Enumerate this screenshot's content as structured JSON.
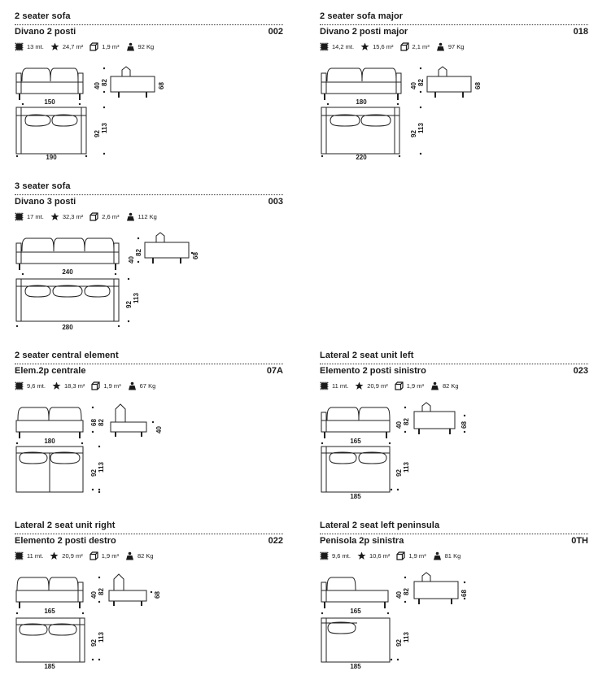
{
  "products": [
    {
      "en": "2 seater sofa",
      "it": "Divano 2 posti",
      "code": "002",
      "mt": "13 mt.",
      "m2": "24,7 m²",
      "m3": "1,9 m³",
      "kg": "92 Kg",
      "front_width": "150",
      "back_height": "82",
      "seat_height": "40",
      "side_depth": "68",
      "top_width": "190",
      "depth_small": "92",
      "depth_large": "113",
      "seats": 2,
      "back": "full"
    },
    {
      "en": "2 seater sofa major",
      "it": "Divano 2 posti major",
      "code": "018",
      "mt": "14,2 mt.",
      "m2": "15,6 m²",
      "m3": "2,1 m³",
      "kg": "97 Kg",
      "front_width": "180",
      "back_height": "82",
      "seat_height": "40",
      "side_depth": "68",
      "top_width": "220",
      "depth_small": "92",
      "depth_large": "113",
      "seats": 2,
      "back": "full"
    },
    {
      "en": "3 seater sofa",
      "it": "Divano 3 posti",
      "code": "003",
      "mt": "17 mt.",
      "m2": "32,3 m²",
      "m3": "2,6 m³",
      "kg": "112 Kg",
      "front_width": "240",
      "back_height": "82",
      "seat_height": "40",
      "side_depth": "68",
      "top_width": "280",
      "depth_small": "92",
      "depth_large": "113",
      "seats": 3,
      "back": "full"
    },
    {
      "en": "2 seater central element",
      "it": "Elem.2p centrale",
      "code": "07A",
      "mt": "9,6 mt.",
      "m2": "18,3 m²",
      "m3": "1,9 m³",
      "kg": "67 Kg",
      "front_width": "180",
      "back_height": "82",
      "seat_height": "68",
      "side_depth": "40",
      "top_width": "",
      "depth_small": "92",
      "depth_large": "113",
      "seats": 2,
      "back": "central"
    },
    {
      "en": "Lateral 2 seat unit left",
      "it": "Elemento 2 posti sinistro",
      "code": "023",
      "mt": "11 mt.",
      "m2": "20,9 m²",
      "m3": "1,9 m³",
      "kg": "82 Kg",
      "front_width": "165",
      "back_height": "82",
      "seat_height": "40",
      "side_depth": "68",
      "top_width": "185",
      "depth_small": "92",
      "depth_large": "113",
      "seats": 2,
      "back": "left"
    },
    {
      "en": "Lateral 2 seat unit right",
      "it": "Elemento 2 posti destro",
      "code": "022",
      "mt": "11 mt.",
      "m2": "20,9 m²",
      "m3": "1,9 m³",
      "kg": "82 Kg",
      "front_width": "165",
      "back_height": "82",
      "seat_height": "40",
      "side_depth": "68",
      "top_width": "185",
      "depth_small": "92",
      "depth_large": "113",
      "seats": 2,
      "back": "right"
    },
    {
      "en": "Lateral 2 seat left peninsula",
      "it": "Penisola 2p sinistra",
      "code": "0TH",
      "mt": "9,6 mt.",
      "m2": "10,6 m²",
      "m3": "1,9 m³",
      "kg": "81 Kg",
      "front_width": "165",
      "back_height": "82",
      "seat_height": "40",
      "side_depth": "68",
      "top_width": "185",
      "depth_small": "92",
      "depth_large": "113",
      "seats": 2,
      "back": "peninsula"
    }
  ],
  "icons": [
    "fabric-swatch-icon",
    "star-icon",
    "box-volume-icon",
    "weight-icon"
  ]
}
